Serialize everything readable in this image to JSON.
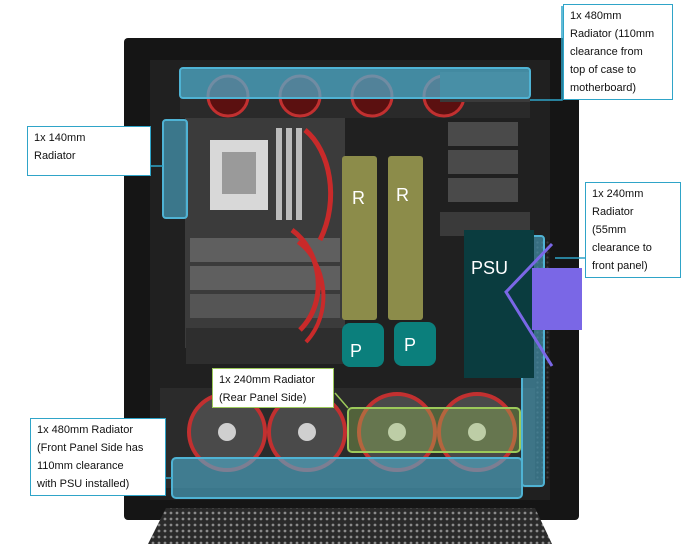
{
  "labels": {
    "top_480": "1x 480mm\nRadiator (110mm\nclearance from\ntop of case to\nmotherboard)",
    "left_140": "1x 140mm\nRadiator",
    "right_240": "1x 240mm\nRadiator\n(55mm\nclearance to\nfront panel)",
    "rear_240": "1x 240mm Radiator\n(Rear Panel Side)",
    "bottom_480": "1x 480mm Radiator\n(Front Panel Side has\n110mm clearance\nwith PSU installed)"
  },
  "blocks": {
    "reservoir_1": "R",
    "reservoir_2": "R",
    "pump_1": "P",
    "pump_2": "P",
    "psu": "PSU"
  },
  "colors": {
    "radiator_highlight": "#4fb3d4",
    "rear_radiator_highlight": "#9cc95a",
    "reservoir": "#8c8c4a",
    "pump": "#0b7f7c",
    "psu": "#0a3c3f",
    "front_panel": "#7a67e6",
    "case": "#151515"
  }
}
